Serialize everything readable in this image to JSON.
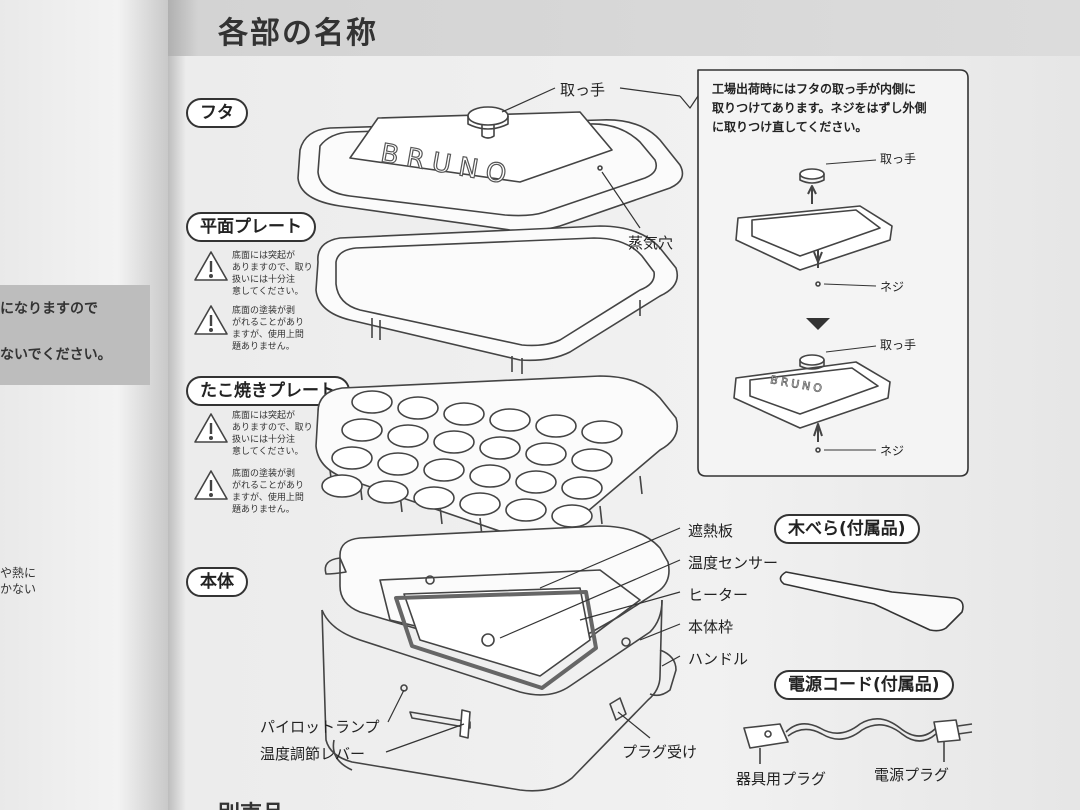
{
  "title": "各部の名称",
  "sections": {
    "lid": "フタ",
    "flat_plate": "平面プレート",
    "takoyaki_plate": "たこ焼きプレート",
    "body": "本体"
  },
  "warnings": {
    "flat_1": "底面には突起が\nありますので、取り\n扱いには十分注\n意してください。",
    "flat_2": "底面の塗装が剥\nがれることがあり\nますが、使用上問\n題ありません。",
    "tako_1": "底面には突起が\nありますので、取り\n扱いには十分注\n意してください。",
    "tako_2": "底面の塗装が剥\nがれることがあり\nますが、使用上問\n題ありません。"
  },
  "labels": {
    "handle_top": "取っ手",
    "steam_hole": "蒸気穴",
    "heat_shield": "遮熱板",
    "temp_sensor": "温度センサー",
    "heater": "ヒーター",
    "body_frame": "本体枠",
    "handle": "ハンドル",
    "pilot_lamp": "パイロットランプ",
    "temp_lever": "温度調節レバー",
    "plug_receiver": "プラグ受け",
    "appliance_plug": "器具用プラグ",
    "power_plug": "電源プラグ"
  },
  "lid_logo": "BRUNO",
  "lid_logo_small": "BRUNO",
  "note": {
    "text_line1": "工場出荷時にはフタの取っ手が内側に",
    "text_line2": "取りつけてあります。ネジをはずし外側",
    "text_line3": "に取りつけ直してください。",
    "handle_label_1": "取っ手",
    "screw_label_1": "ネジ",
    "handle_label_2": "取っ手",
    "screw_label_2": "ネジ"
  },
  "accessories": {
    "spatula": "木べら(付属品)",
    "power_cord": "電源コード(付属品)"
  },
  "left_page": {
    "line1": "になりますので",
    "line2": "ないでください。",
    "line3": "や熱に",
    "line4": "かない"
  },
  "bottom_partial": "別売品"
}
